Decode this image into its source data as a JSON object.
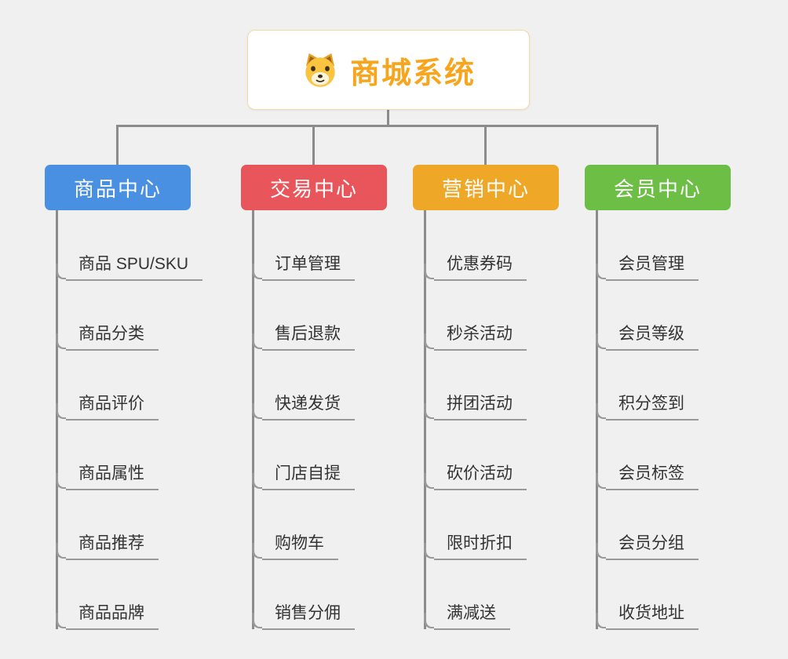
{
  "root": {
    "title": "商城系统"
  },
  "icons": {
    "root_icon": "dog-face-icon"
  },
  "colors": {
    "background": "#f0f0f0",
    "connector_line": "#8c8c8c",
    "child_underline": "#999999",
    "root_border": "#f5d9a6",
    "root_text": "#f8a51e",
    "child_text": "#333333"
  },
  "branches": [
    {
      "label": "商品中心",
      "color": "#4a90e2",
      "children": [
        "商品 SPU/SKU",
        "商品分类",
        "商品评价",
        "商品属性",
        "商品推荐",
        "商品品牌"
      ]
    },
    {
      "label": "交易中心",
      "color": "#e8555b",
      "children": [
        "订单管理",
        "售后退款",
        "快递发货",
        "门店自提",
        "购物车",
        "销售分佣"
      ]
    },
    {
      "label": "营销中心",
      "color": "#efa727",
      "children": [
        "优惠券码",
        "秒杀活动",
        "拼团活动",
        "砍价活动",
        "限时折扣",
        "满减送"
      ]
    },
    {
      "label": "会员中心",
      "color": "#6dbe45",
      "children": [
        "会员管理",
        "会员等级",
        "积分签到",
        "会员标签",
        "会员分组",
        "收货地址"
      ]
    }
  ]
}
